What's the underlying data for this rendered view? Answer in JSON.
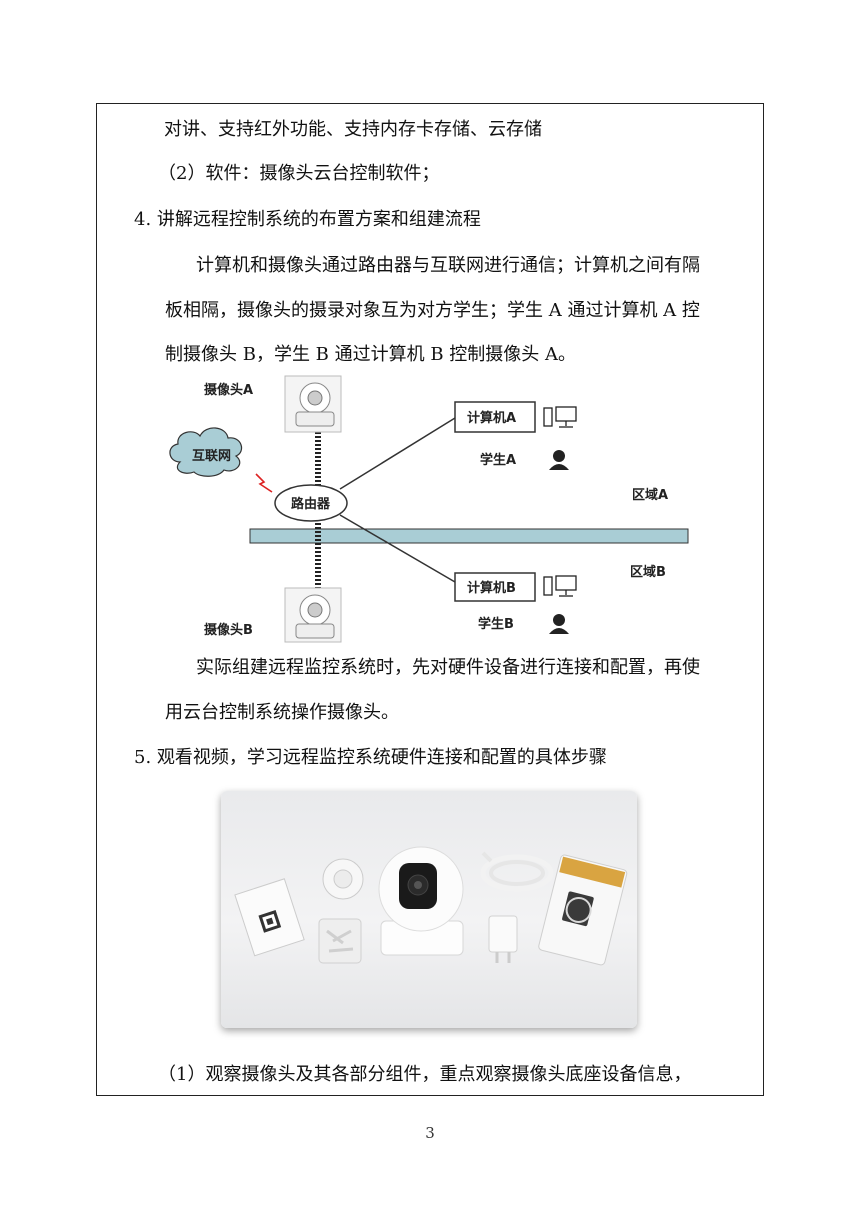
{
  "lines": [
    "对讲、支持红外功能、支持内存卡存储、云存储",
    "（2）软件：摄像头云台控制软件；",
    "4.  讲解远程控制系统的布置方案和组建流程",
    "计算机和摄像头通过路由器与互联网进行通信；计算机之间有隔",
    "板相隔，摄像头的摄录对象互为对方学生；学生 A 通过计算机 A 控",
    "制摄像头 B，学生 B 通过计算机 B 控制摄像头 A。",
    "实际组建远程监控系统时，先对硬件设备进行连接和配置，再使",
    "用云台控制系统操作摄像头。",
    "5.  观看视频，学习远程监控系统硬件连接和配置的具体步骤",
    "（1）观察摄像头及其各部分组件，重点观察摄像头底座设备信息，"
  ],
  "diagram": {
    "camera_a": "摄像头A",
    "camera_b": "摄像头B",
    "internet": "互联网",
    "router": "路由器",
    "computer_a": "计算机A",
    "computer_b": "计算机B",
    "student_a": "学生A",
    "student_b": "学生B",
    "zone_a": "区域A",
    "zone_b": "区域B"
  },
  "page_number": "3"
}
